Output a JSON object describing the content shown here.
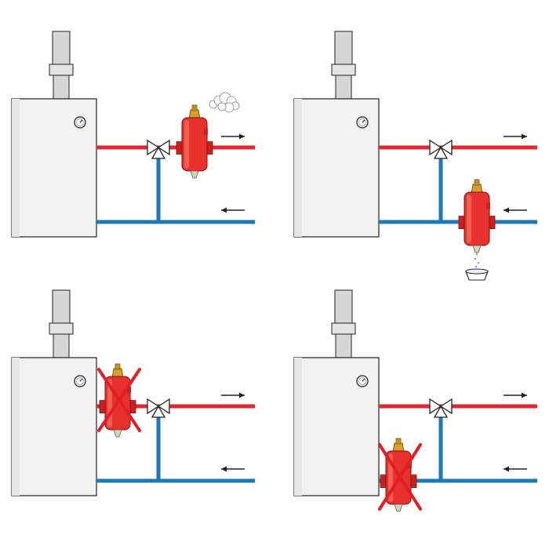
{
  "colors": {
    "background": "#ffffff",
    "supply_pipe": "#e3262f",
    "return_pipe": "#1f78b7",
    "boiler_body": "#f2f2f2",
    "flue": "#d6d6d6",
    "separator_body": "#e8302c",
    "separator_valve": "#d9a02a",
    "cross": "#e11d25",
    "outline": "#222222"
  },
  "panels": [
    {
      "id": "top-left",
      "separator": "supply-correct",
      "vent": "steam",
      "cross": false
    },
    {
      "id": "top-right",
      "separator": "return-correct",
      "vent": "drain",
      "cross": false
    },
    {
      "id": "bottom-left",
      "separator": "supply-before-valve",
      "vent": "none",
      "cross": true
    },
    {
      "id": "bottom-right",
      "separator": "return-before-valve",
      "vent": "none",
      "cross": true
    }
  ],
  "icons": {
    "gauge": "pressure-gauge-icon",
    "valve": "three-way-valve-icon",
    "arrow_out": "arrow-right-icon",
    "arrow_in": "arrow-left-icon",
    "steam": "steam-cloud-icon",
    "drain": "drain-bowl-icon",
    "cross": "red-cross-icon"
  }
}
